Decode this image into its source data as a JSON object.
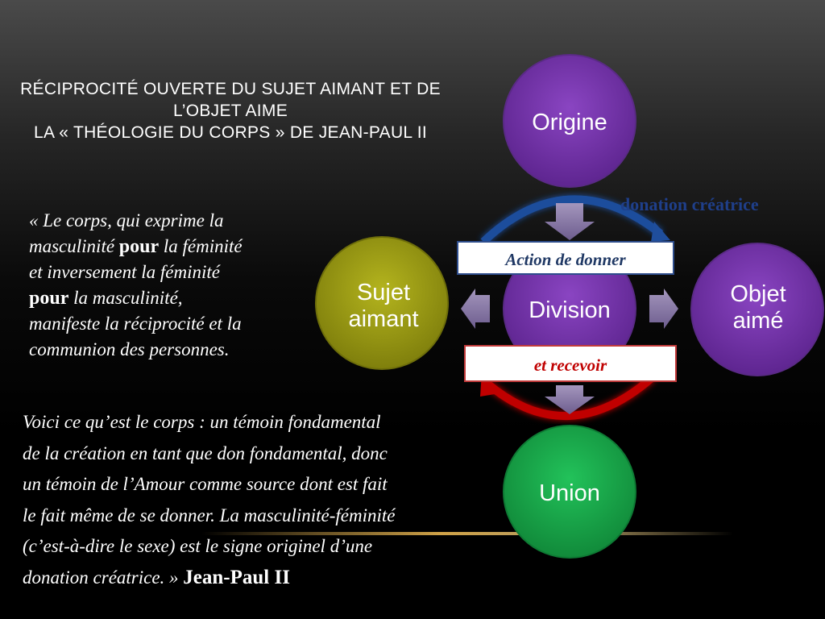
{
  "slide": {
    "title_lines": [
      "RÉCIPROCITÉ OUVERTE DU SUJET AIMANT ET DE",
      "L’OBJET AIME",
      "LA « THÉOLOGIE DU CORPS » DE JEAN-PAUL II"
    ],
    "quote_part1": {
      "l1": "« Le corps, qui exprime la",
      "l2a": "masculinité ",
      "l2b": "pour",
      "l2c": " la féminité",
      "l3": "et inversement la féminité",
      "l4a": "pour",
      "l4b": " la masculinité,",
      "l5": "manifeste la réciprocité et la",
      "l6": "communion des personnes."
    },
    "quote_part2": {
      "l1": "Voici ce qu’est le corps : un témoin fondamental",
      "l2": "de la création en tant que don fondamental, donc",
      "l3": "un témoin de l’Amour comme source dont est fait",
      "l4": "le fait même de se donner. La masculinité-féminité",
      "l5": "(c’est-à-dire le sexe) est le signe originel d’une",
      "l6": "donation créatrice. » ",
      "author": "Jean-Paul II"
    }
  },
  "diagram": {
    "nodes": {
      "origine": "Origine",
      "division": "Division",
      "sujet_l1": "Sujet",
      "sujet_l2": "aimant",
      "objet_l1": "Objet",
      "objet_l2": "aimé",
      "union": "Union"
    },
    "box_give": "Action de donner",
    "box_receive": "et recevoir",
    "donation_label": "donation créatrice",
    "colors": {
      "purple": "#7030a0",
      "olive": "#9a9a12",
      "green": "#16a34a",
      "blue_arc": "#1f4e9c",
      "red_arc": "#c00000",
      "arrow_gray": "#8d7fa8"
    }
  }
}
